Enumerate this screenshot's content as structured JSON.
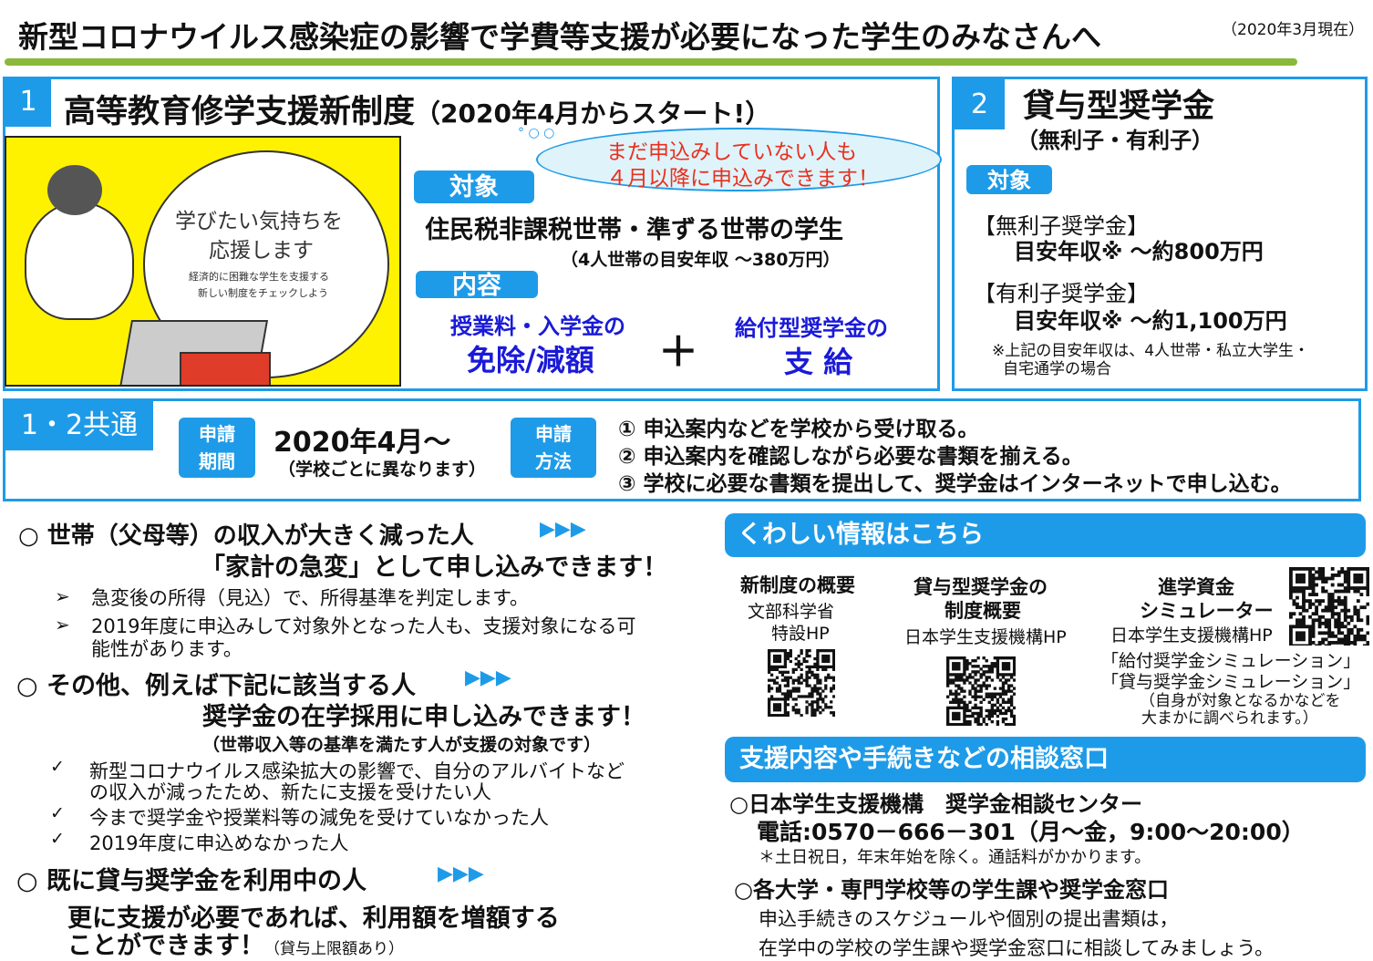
{
  "header": {
    "title": "新型コロナウイルス感染症の影響で学費等支援が必要になった学生のみなさんへ",
    "as_of": "（2020年3月現在）"
  },
  "section1": {
    "number": "1",
    "title": "高等教育修学支援新制度",
    "title_sub": "（2020年4月からスタート!）",
    "bubble": [
      "まだ申込みしていない人も",
      "４月以降に申込みできます！"
    ],
    "illustration": {
      "line1": "学びたい気持ちを",
      "line2": "応援します",
      "small1": "経済的に困難な学生を支援する",
      "small2": "新しい制度をチェックしよう"
    },
    "target_label": "対象",
    "target_text": "住民税非課税世帯・準ずる世帯の学生",
    "target_note": "（4人世帯の目安年収 ～380万円）",
    "content_label": "内容",
    "content_left_1": "授業料・入学金の",
    "content_left_2": "免除/減額",
    "plus": "＋",
    "content_right_1": "給付型奨学金の",
    "content_right_2": "支 給"
  },
  "section2": {
    "number": "2",
    "title": "貸与型奨学金",
    "subtitle": "（無利子・有利子）",
    "target_label": "対象",
    "no_interest": "【無利子奨学金】",
    "no_interest_income": "目安年収※ ～約800万円",
    "interest": "【有利子奨学金】",
    "interest_income": "目安年収※ ～約1,100万円",
    "note1": "※上記の目安年収は、4人世帯・私立大学生・",
    "note2": "自宅通学の場合"
  },
  "common": {
    "label": "1・2共通",
    "period_label": [
      "申請",
      "期間"
    ],
    "period": "2020年4月～",
    "period_note": "（学校ごとに異なります）",
    "method_label": [
      "申請",
      "方法"
    ],
    "steps": [
      "① 申込案内などを学校から受け取る。",
      "② 申込案内を確認しながら必要な書類を揃える。",
      "③ 学校に必要な書類を提出して、奨学金はインターネットで申し込む。"
    ]
  },
  "left": {
    "g1_title": "○  世帯（父母等）の収入が大きく減った人",
    "g1_sub": "「家計の急変」として申し込みできます！",
    "g1_items": [
      "急変後の所得（見込）で、所得基準を判定します。",
      "2019年度に申込みして対象外となった人も、支援対象になる可",
      "能性があります。"
    ],
    "g2_title": "○ その他、例えば下記に該当する人",
    "g2_sub": "奨学金の在学採用に申し込みできます！",
    "g2_note": "（世帯収入等の基準を満たす人が支援の対象です）",
    "g2_items": [
      "新型コロナウイルス感染拡大の影響で、自分のアルバイトなど",
      "の収入が減ったため、新たに支援を受けたい人",
      "今まで奨学金や授業料等の減免を受けていなかった人",
      "2019年度に申込めなかった人"
    ],
    "g3_title": "○ 既に貸与奨学金を利用中の人",
    "g3_sub1": "更に支援が必要であれば、利用額を増額する",
    "g3_sub2": "ことができます！",
    "g3_note": "（貸与上限額あり）",
    "arrows": "▶▶▶",
    "bullet_arrow": "➢",
    "check": "✓"
  },
  "info": {
    "title": "くわしい情報はこちら",
    "c1_title": "新制度の概要",
    "c1_sub1": "文部科学省",
    "c1_sub2": "特設HP",
    "c2_title1": "貸与型奨学金の",
    "c2_title2": "制度概要",
    "c2_sub": "日本学生支援機構HP",
    "c3_title1": "進学資金",
    "c3_title2": "シミュレーター",
    "c3_sub": "日本学生支援機構HP",
    "c3_l1": "「給付奨学金シミュレーション」",
    "c3_l2": "「貸与奨学金シミュレーション」",
    "c3_l3": "（自身が対象となるかなどを",
    "c3_l4": "大まかに調べられます。）"
  },
  "consult": {
    "title": "支援内容や手続きなどの相談窓口",
    "c1": "○日本学生支援機構　奨学金相談センター",
    "phone": "電話:0570－666－301（月～金，9:00～20:00）",
    "phone_note": "＊土日祝日，年末年始を除く。通話料がかかります。",
    "c2": "○各大学・専門学校等の学生課や奨学金窓口",
    "c2_l1": "申込手続きのスケジュールや個別の提出書類は，",
    "c2_l2": "在学中の学校の学生課や奨学金窓口に相談してみましょう。"
  },
  "colors": {
    "accent": "#1e9be8",
    "green_rule": "#8ab83a",
    "blue_text": "#1a1ad8",
    "red_text": "#e8301e",
    "illustration_bg": "#fff200"
  }
}
